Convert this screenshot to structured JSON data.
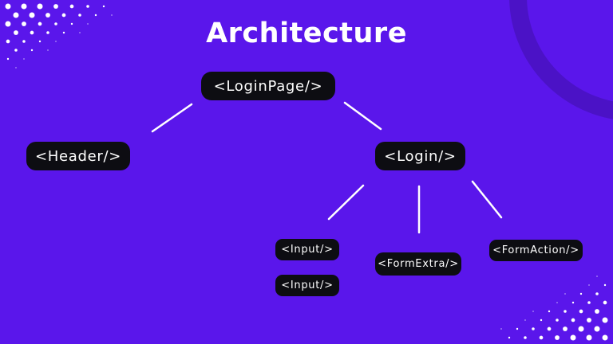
{
  "title": "Architecture",
  "colors": {
    "background": "#5A16EB",
    "node_bg": "#0D0D12",
    "node_text": "#FFFFFF",
    "ring": "#4B12C6",
    "line": "#FFFFFF",
    "dots": "#FFFFFF"
  },
  "nodes": {
    "login_page": {
      "label": "<LoginPage/>"
    },
    "header": {
      "label": "<Header/>"
    },
    "login": {
      "label": "<Login/>"
    },
    "input_1": {
      "label": "<Input/>"
    },
    "input_2": {
      "label": "<Input/>"
    },
    "form_extra": {
      "label": "<FormExtra/>"
    },
    "form_action": {
      "label": "<FormAction/>"
    }
  }
}
